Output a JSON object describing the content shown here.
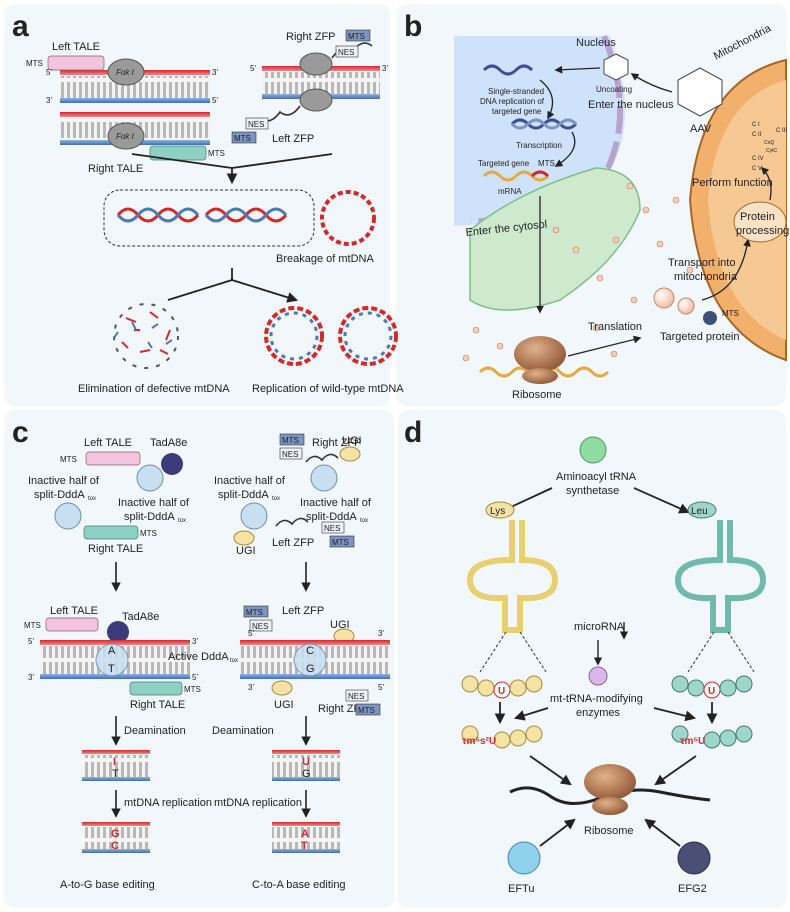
{
  "panels": {
    "a": {
      "letter": "a",
      "left_tale": "Left TALE",
      "right_tale": "Right TALE",
      "right_zfp": "Right ZFP",
      "left_zfp": "Left ZFP",
      "mts": "MTS",
      "nes": "NES",
      "fok": "Fok I",
      "five": "5'",
      "three": "3'",
      "breakage": "Breakage of mtDNA",
      "elimination": "Elimination of defective mtDNA",
      "replication": "Replication of wild-type mtDNA"
    },
    "b": {
      "letter": "b",
      "nucleus": "Nucleus",
      "mitochondria": "Mitochondria",
      "uncoating": "Uncoating",
      "enter_nucleus": "Enter the nucleus",
      "aav": "AAV",
      "ss_line1": "Single-stranded",
      "ss_line2": "DNA replication of",
      "ss_line3": "targeted gene",
      "transcription": "Transcription",
      "targeted_gene": "Targeted gene",
      "mts": "MTS",
      "mrna": "mRNA",
      "enter_cytosol": "Enter the cytosol",
      "perform_function": "Perform function",
      "protein": "Protein",
      "processing": "processing",
      "transport1": "Transport into",
      "transport2": "mitochondria",
      "translation": "Translation",
      "targeted_protein": "Targeted protein",
      "ribosome": "Ribosome",
      "ci": "C I",
      "cii": "C II",
      "ciii": "C III",
      "civ": "C IV",
      "cv": "C V",
      "cytc": "CytC",
      "coq": "CoQ"
    },
    "c": {
      "letter": "c",
      "left_tale": "Left TALE",
      "right_tale": "Right TALE",
      "tada8e": "TadA8e",
      "mts": "MTS",
      "nes": "NES",
      "inactive1": "Inactive half of",
      "split": "split-DddA",
      "tox": "tox",
      "right_zfp": "Right ZFP",
      "left_zfp": "Left ZFP",
      "ugi": "UGI",
      "active_ddda": "Active DddA",
      "deamination": "Deamination",
      "mtdna_replication": "mtDNA replication",
      "ag_edit": "A-to-G base editing",
      "ca_edit": "C-to-A base editing",
      "five": "5'",
      "three": "3'",
      "base_a": "A",
      "base_t": "T",
      "base_c": "C",
      "base_g": "G",
      "base_i": "I",
      "base_u": "U"
    },
    "d": {
      "letter": "d",
      "aars1": "Aminoacyl tRNA",
      "aars2": "synthetase",
      "lys": "Lys",
      "leu": "Leu",
      "microrna": "microRNA",
      "enz1": "mt-tRNA-modifying",
      "enz2": "enzymes",
      "u": "U",
      "tm5s2u": "τm⁵s²U",
      "tm5u": "τm⁵U",
      "ribosome": "Ribosome",
      "eftu": "EFTu",
      "efg2": "EFG2"
    }
  },
  "colors": {
    "red": "#d62828",
    "blue_strand": "#4a79b8",
    "tale_pink": "#f3c4dd",
    "tale_teal": "#8fd0c4",
    "fok_gray": "#9a9a9a",
    "mts_blue": "#7d93c2",
    "nucleus_blue": "#cfe2fb",
    "mito_orange": "#f2b06d",
    "er_green": "#cfe9cf",
    "ribosome": "#b97a52",
    "enzyme_purple": "#d9b7e6",
    "aars_green": "#8fdba0",
    "trna_yellow": "#f5e3a6",
    "trna_teal": "#9fd6cc",
    "eftu_blue": "#8fd0ec",
    "efg2_navy": "#4b4f75",
    "background": "#f1f7fa"
  }
}
